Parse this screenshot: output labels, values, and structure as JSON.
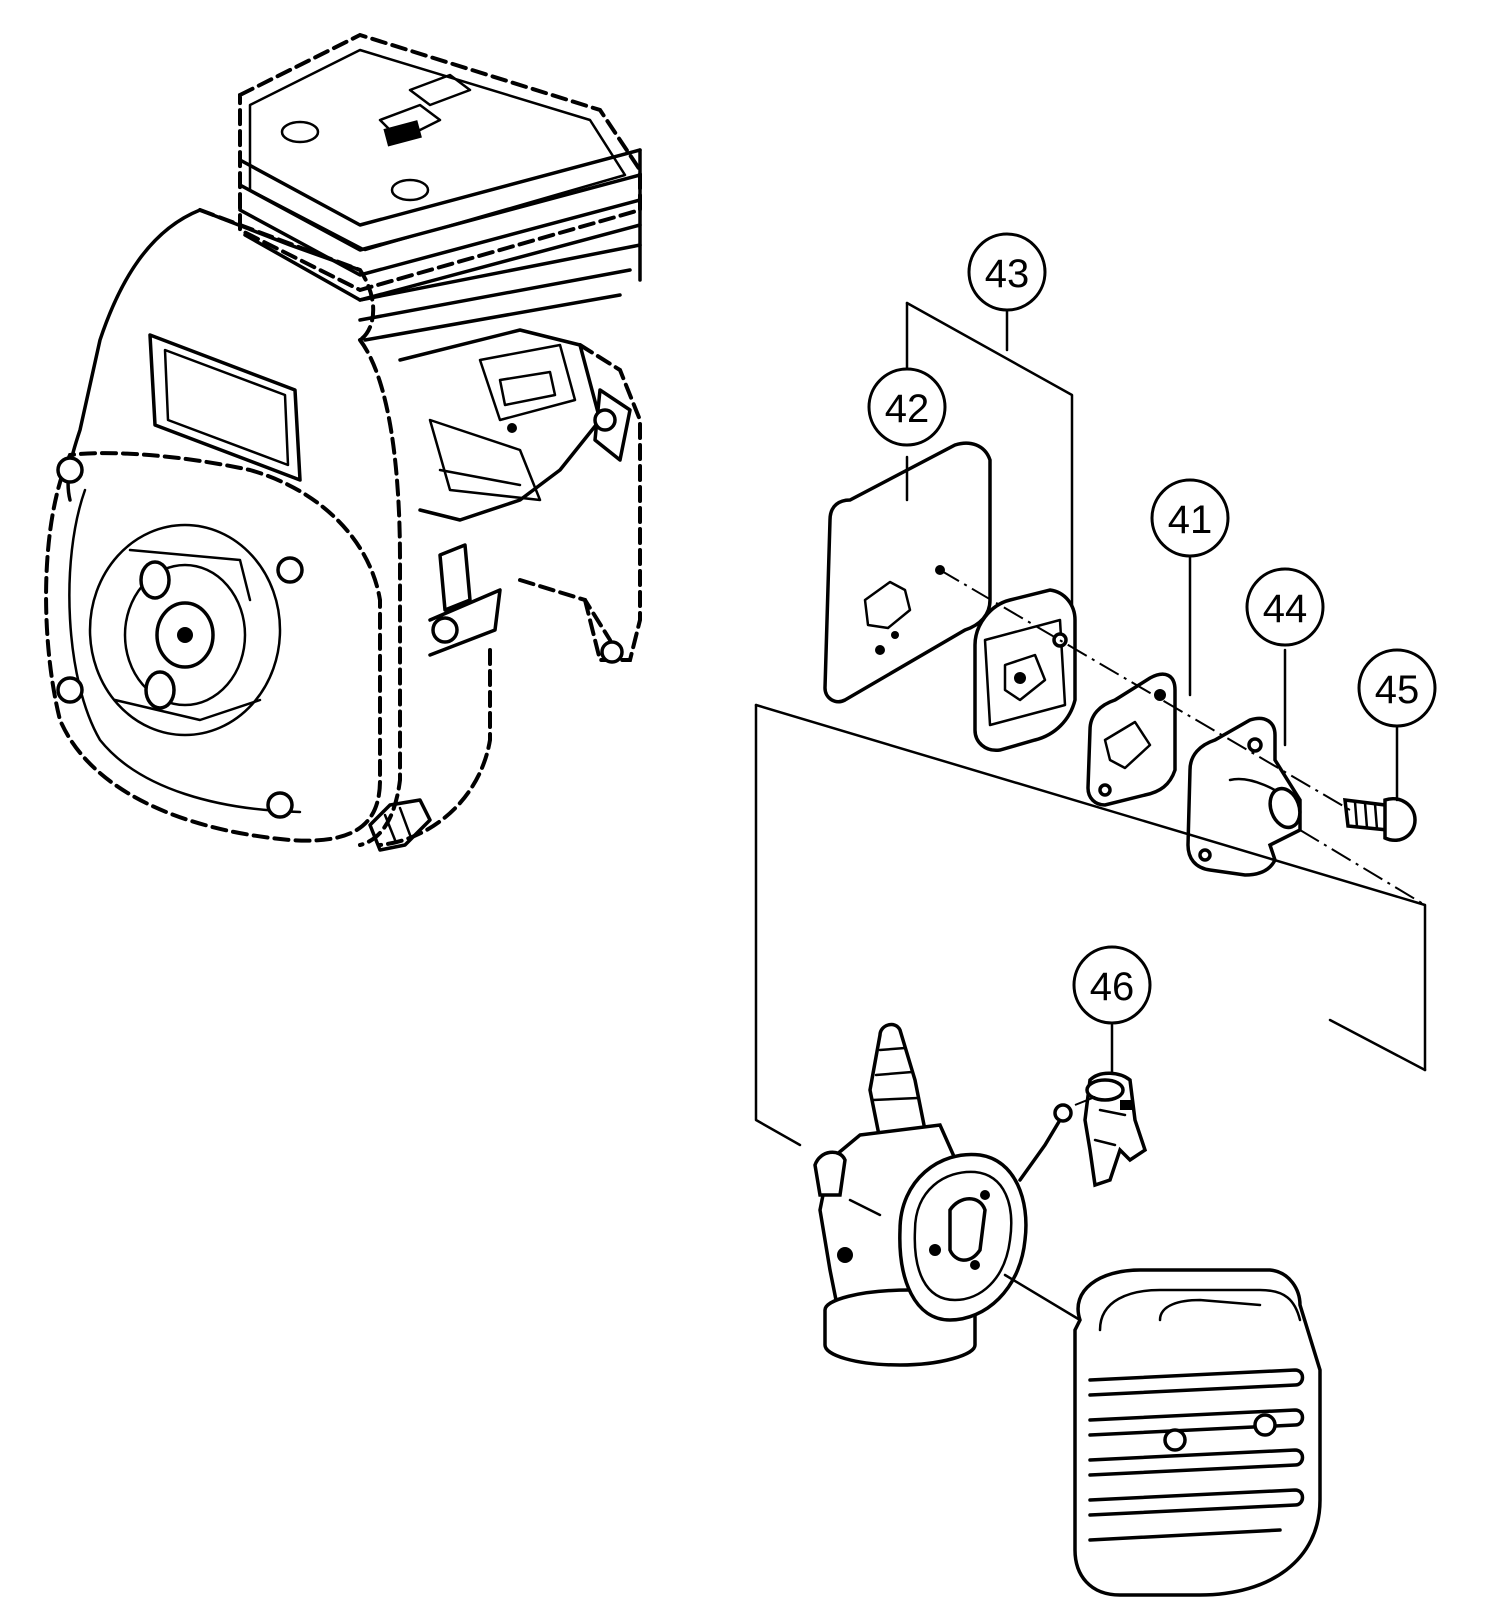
{
  "callouts": [
    {
      "id": "c43",
      "label": "43"
    },
    {
      "id": "c42",
      "label": "42"
    },
    {
      "id": "c41",
      "label": "41"
    },
    {
      "id": "c44",
      "label": "44"
    },
    {
      "id": "c45",
      "label": "45"
    },
    {
      "id": "c46",
      "label": "46"
    }
  ]
}
